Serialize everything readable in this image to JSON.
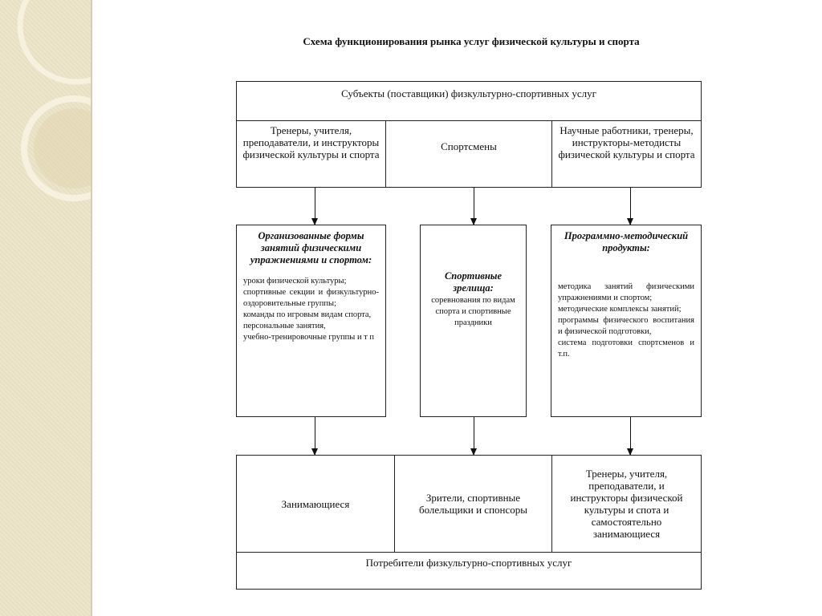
{
  "title": "Схема функционирования рынка услуг физической культуры и спорта",
  "suppliers": {
    "header": "Субъекты (поставщики) физкультурно-спортивных услуг",
    "col1": "Тренеры, учителя, преподаватели, и инструкторы физической культуры и спорта",
    "col2": "Спортсмены",
    "col3": "Научные работники, тренеры, инструкторы-методисты физической культуры и спорта"
  },
  "middle": {
    "box1": {
      "heading": "Организованные формы занятий физическими упражнениями и спортом:",
      "items": [
        "уроки физической культуры;",
        "спортивные секции и физкультурно-оздоровительные группы;",
        "команды по игровым видам спорта,",
        "персональные занятия,",
        "учебно-тренировочные группы и т п"
      ]
    },
    "box2": {
      "heading": "Спортивные зрелища:",
      "text": "соревнования по видам спорта и спортивные праздники"
    },
    "box3": {
      "heading": "Программно-методический продукты:",
      "items": [
        "методика занятий физическими упражнениями и спортом;",
        "методические комплексы занятий;",
        "программы физического воспитания и физической подготовки,",
        "система подготовки спортсменов и т.п."
      ]
    }
  },
  "consumers": {
    "col1": "Занимающиеся",
    "col2": "Зрители, спортивные болельщики и спонсоры",
    "col3": "Тренеры, учителя, преподаватели, и инструкторы физической культуры и спота и самостоятельно занимающиеся",
    "footer": "Потребители физкультурно-спортивных услуг"
  }
}
